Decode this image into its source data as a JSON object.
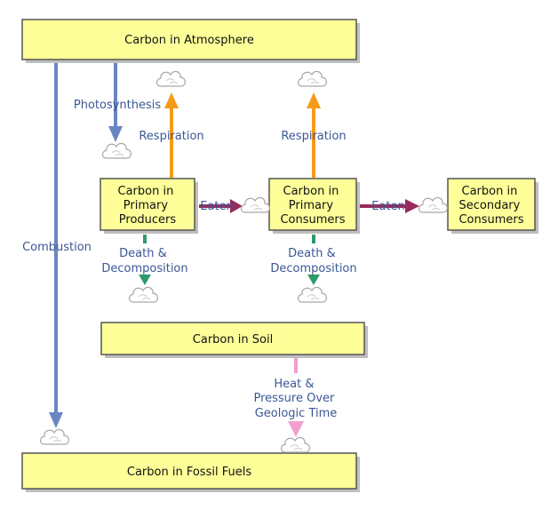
{
  "colors": {
    "box_fill": "#ffff99",
    "photosynthesis": "#6a86c2",
    "combustion": "#6a86c2",
    "respiration": "#f59b1a",
    "eaten": "#9a2a5a",
    "decomposition": "#2f9a6a",
    "heat_pressure": "#f29fcf",
    "label_text": "#3a5795"
  },
  "boxes": {
    "atmosphere": [
      "Carbon in Atmosphere"
    ],
    "producers": [
      "Carbon in",
      "Primary",
      "Producers"
    ],
    "primary_consumers": [
      "Carbon in",
      "Primary",
      "Consumers"
    ],
    "secondary_consumers": [
      "Carbon in",
      "Secondary",
      "Consumers"
    ],
    "soil": [
      "Carbon in Soil"
    ],
    "fossil_fuels": [
      "Carbon in Fossil Fuels"
    ]
  },
  "labels": {
    "photosynthesis": [
      "Photosynthesis"
    ],
    "respiration_1": [
      "Respiration"
    ],
    "respiration_2": [
      "Respiration"
    ],
    "eaten_1": [
      "Eaten"
    ],
    "eaten_2": [
      "Eaten"
    ],
    "combustion": [
      "Combustion"
    ],
    "decomposition_1": [
      "Death &",
      "Decomposition"
    ],
    "decomposition_2": [
      "Death &",
      "Decomposition"
    ],
    "heat_pressure": [
      "Heat &",
      "Pressure Over",
      "Geologic Time"
    ]
  },
  "icons": [
    "carbon-cloud-icon"
  ]
}
